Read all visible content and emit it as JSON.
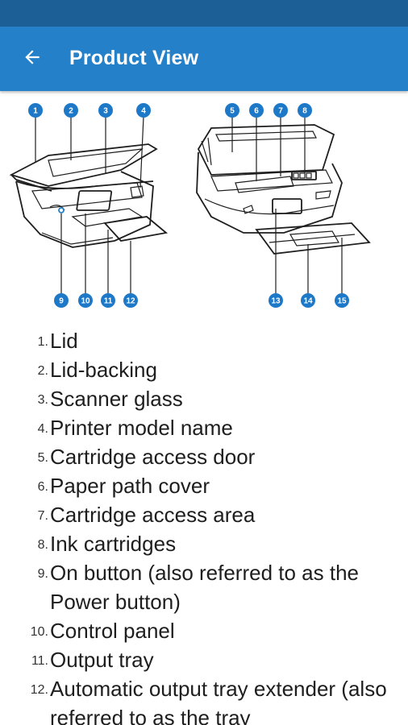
{
  "app_bar": {
    "title": "Product View",
    "back_icon": "arrow-left-icon"
  },
  "colors": {
    "status_bar": "#1b5f96",
    "app_bar": "#2480c8",
    "callout": "#1e78c8"
  },
  "callouts": {
    "left": [
      "1",
      "2",
      "3",
      "4",
      "9",
      "10",
      "11",
      "12"
    ],
    "right": [
      "5",
      "6",
      "7",
      "8",
      "13",
      "14",
      "15"
    ]
  },
  "parts": [
    {
      "num": "1.",
      "label": "Lid"
    },
    {
      "num": "2.",
      "label": "Lid-backing"
    },
    {
      "num": "3.",
      "label": "Scanner glass"
    },
    {
      "num": "4.",
      "label": "Printer model name"
    },
    {
      "num": "5.",
      "label": "Cartridge access door"
    },
    {
      "num": "6.",
      "label": "Paper path cover"
    },
    {
      "num": "7.",
      "label": "Cartridge access area"
    },
    {
      "num": "8.",
      "label": "Ink cartridges"
    },
    {
      "num": "9.",
      "label": "On button (also referred to as the Power button)"
    },
    {
      "num": "10.",
      "label": "Control panel"
    },
    {
      "num": "11.",
      "label": "Output tray"
    },
    {
      "num": "12.",
      "label": "Automatic output tray extender (also referred to as the tray"
    }
  ]
}
